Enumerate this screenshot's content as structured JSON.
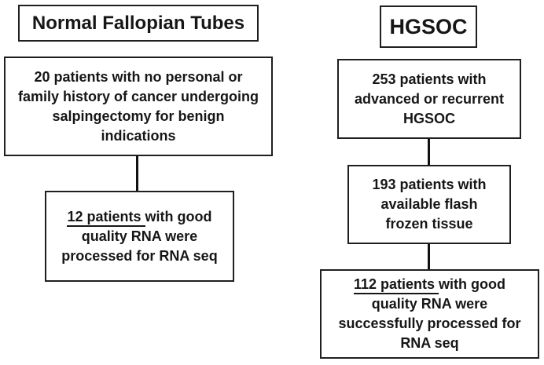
{
  "figure": {
    "background": "#ffffff",
    "border_color": "#1f1f1f",
    "text_color": "#161616"
  },
  "columns": [
    {
      "id": "normal-fallopian-tubes",
      "title": "Normal Fallopian Tubes",
      "boxes": [
        {
          "underline": "",
          "text": "20 patients with no personal or\nfamily history of cancer undergoing\nsalpingectomy for benign\nindications"
        },
        {
          "underline": "12 patients ",
          "text": "with good\nquality RNA were\nprocessed for RNA seq"
        }
      ]
    },
    {
      "id": "hgsoc",
      "title": "HGSOC",
      "boxes": [
        {
          "underline": "",
          "text": "253 patients with\nadvanced or recurrent\nHGSOC"
        },
        {
          "underline": "",
          "text": "193 patients with\navailable flash\nfrozen tissue"
        },
        {
          "underline": "112 patients ",
          "text": "with good\nquality RNA were\nsuccessfully processed for\nRNA seq"
        }
      ]
    }
  ]
}
